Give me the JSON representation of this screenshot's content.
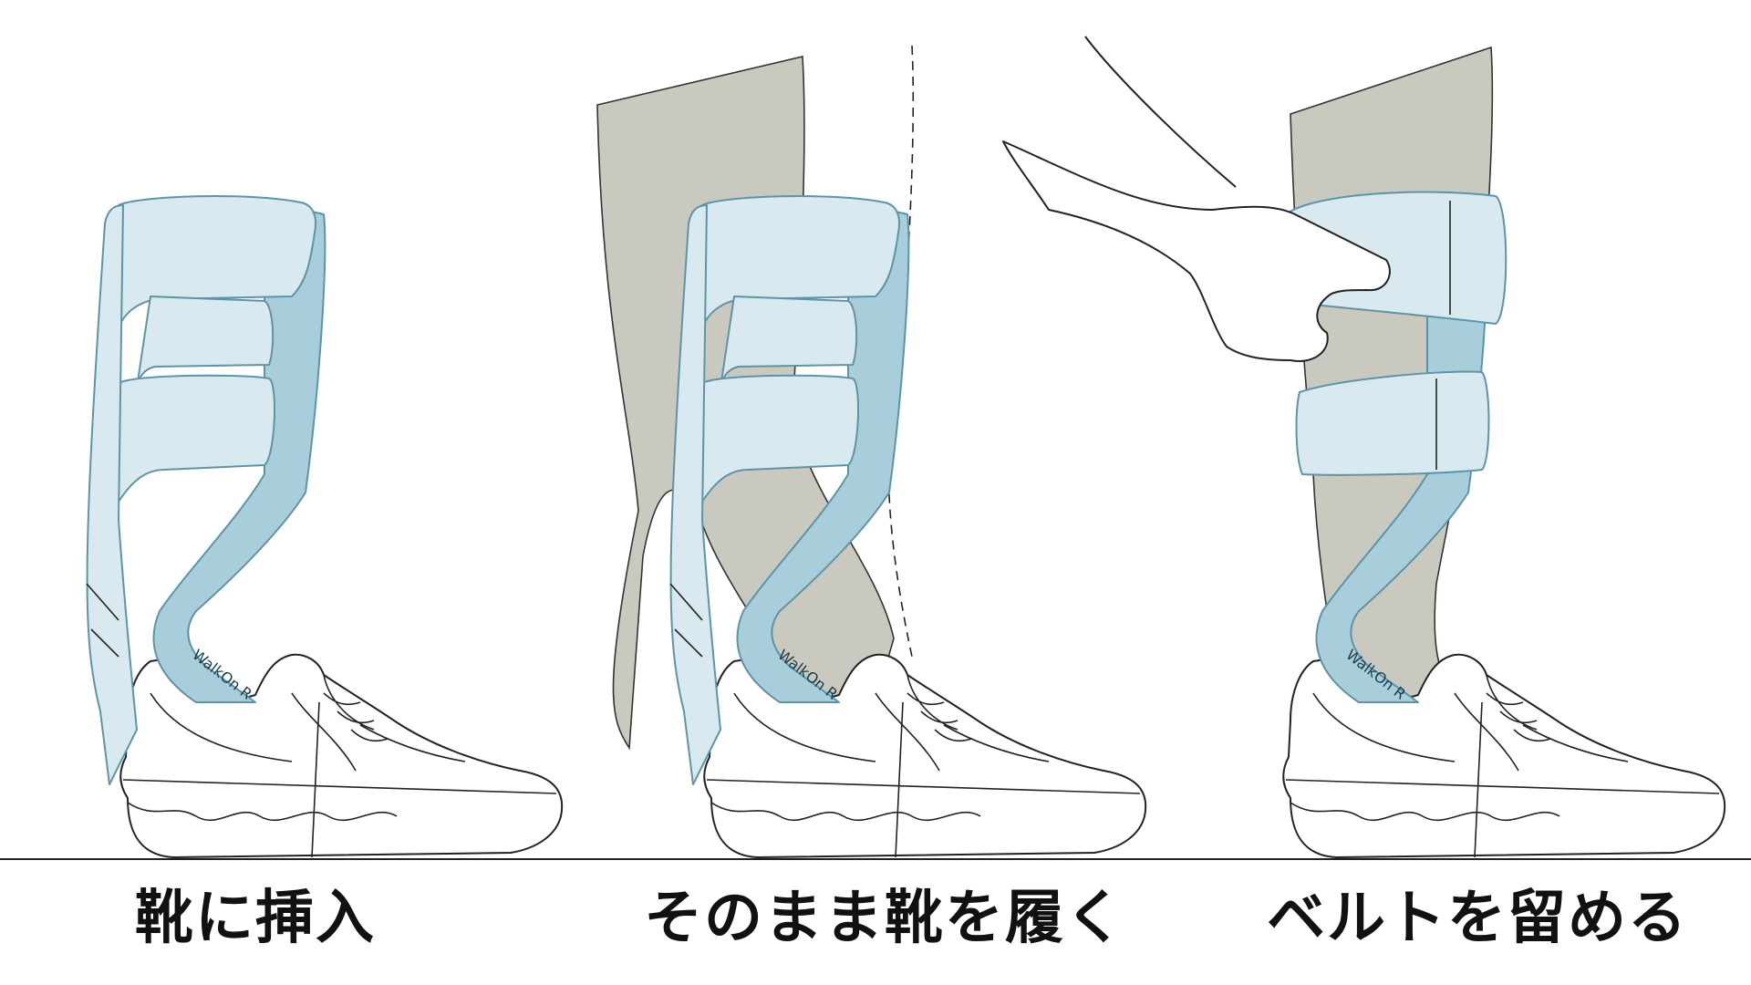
{
  "steps": [
    {
      "caption": "靴に挿入"
    },
    {
      "caption": "そのまま靴を履く"
    },
    {
      "caption": "ベルトを留める"
    }
  ],
  "brace_label": "WalkOn R",
  "colors": {
    "brace_light": "#d8e9ef",
    "brace_dark": "#a9cedb",
    "brace_stroke": "#5f93a8",
    "leg": "#cac9c0",
    "ink": "#222222"
  }
}
